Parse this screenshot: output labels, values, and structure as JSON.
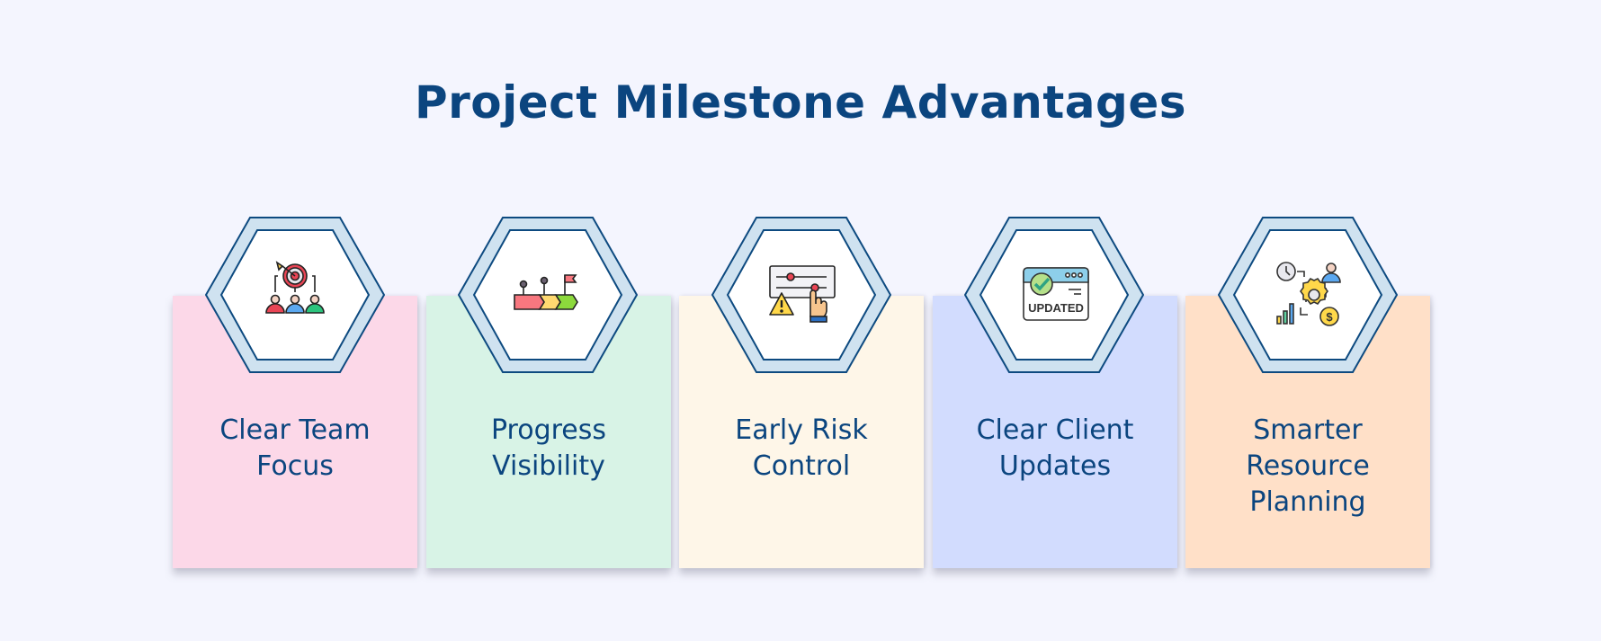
{
  "title": "Project Milestone Advantages",
  "colors": {
    "background": "#F4F5FE",
    "title_text": "#0B457F",
    "hex_border": "#0D4A80",
    "hex_fill": "#CFE2F0",
    "hex_inner": "#FFFFFF"
  },
  "cards": [
    {
      "label": "Clear Team Focus",
      "icon": "target-team-icon",
      "bg": "#FCD8E8"
    },
    {
      "label": "Progress Visibility",
      "icon": "milestone-progress-icon",
      "bg": "#D8F3E6"
    },
    {
      "label": "Early Risk Control",
      "icon": "risk-control-icon",
      "bg": "#FEF6E8"
    },
    {
      "label": "Clear Client Updates",
      "icon": "updated-window-icon",
      "bg": "#D2DCFE"
    },
    {
      "label": "Smarter Resource Planning",
      "icon": "resource-planning-icon",
      "bg": "#FFE0C8"
    }
  ],
  "icon_text": {
    "updated": "UPDATED",
    "dollar": "$"
  }
}
